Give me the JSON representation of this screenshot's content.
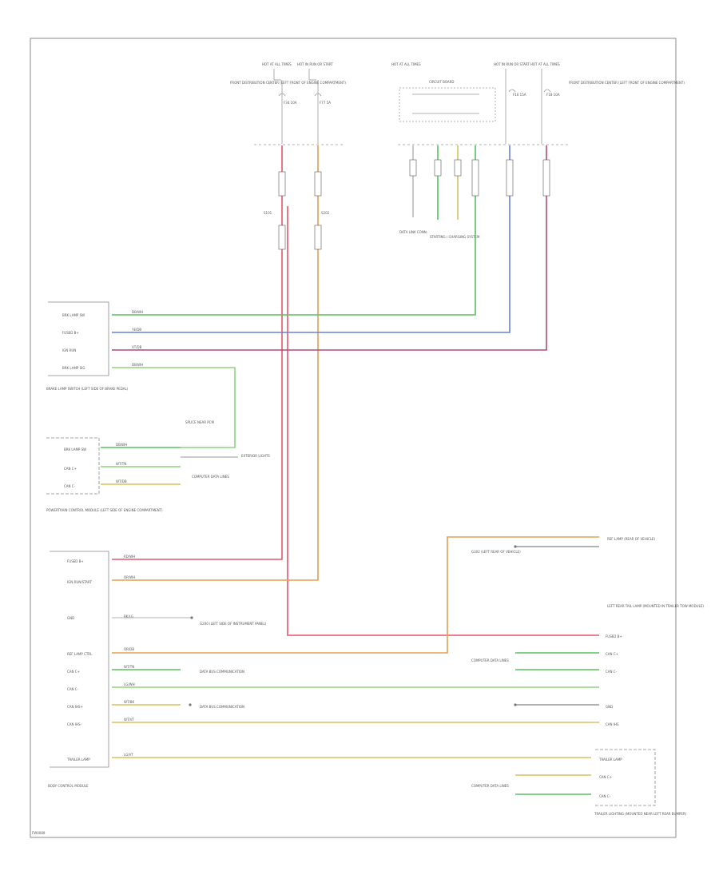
{
  "colors": {
    "red": "#e8556b",
    "orange": "#e0a050",
    "yellow": "#d8c060",
    "green": "#59c060",
    "lightgreen": "#8fd080",
    "blue": "#6c7fd8",
    "violet": "#b04a7a",
    "frame": "#888888",
    "text": "#555555"
  },
  "top": {
    "fuse_a": "HOT AT ALL TIMES",
    "fuse_b": "HOT IN RUN OR START",
    "fuse_c": "HOT AT ALL TIMES",
    "fuse_d": "HOT IN RUN OR START",
    "fuse_e": "HOT AT ALL TIMES",
    "left_block_label": "FRONT DISTRIBUTION CENTER (LEFT FRONT OF ENGINE COMPARTMENT)",
    "right_block_label": "FRONT DISTRIBUTION CENTER (LEFT FRONT OF ENGINE COMPARTMENT)",
    "fuse_name_1": "F34 10A",
    "fuse_name_2": "F77 5A",
    "fuse_name_3": "F16 15A",
    "fuse_name_4": "F18 10A",
    "relay_label": "CIRCUIT BOARD",
    "splice_1": "S101",
    "splice_2": "S202",
    "dest_1": "DATA LINK CONN.",
    "dest_2": "STARTING / CHARGING SYSTEM"
  },
  "wcm": {
    "pins": [
      "BRK LAMP SW",
      "FUSED B+",
      "IGN RUN",
      "BRK LAMP SIG"
    ],
    "wires": [
      "DB/WH",
      "YE/DB",
      "VT/DB",
      "DB/WH"
    ],
    "label": "BRAKE LAMP SWITCH (LEFT SIDE OF BRAKE PEDAL)"
  },
  "pcm": {
    "pins": [
      "BRK LAMP SW",
      "CAN C+",
      "CAN C-"
    ],
    "wires": [
      "DB/WH",
      "WT/TN",
      "WT/DB"
    ],
    "splice_label": "SPLICE NEAR PCM",
    "sub_1": "EXTERIOR LIGHTS",
    "sub_2": "COMPUTER DATA LINES",
    "label": "POWERTRAIN CONTROL MODULE (LEFT SIDE OF ENGINE COMPARTMENT)"
  },
  "hub": {
    "pins": [
      "FUSED B+",
      "IGN RUN/START",
      "GND",
      "REF LAMP CTRL",
      "CAN C+",
      "CAN C-",
      "CAN IHS+",
      "CAN IHS-",
      "TRAILER LAMP"
    ],
    "wires": [
      "RD/WH",
      "OR/WH",
      "BK/LG",
      "OR/DB",
      "WT/TN",
      "LG/WH",
      "WT/BK",
      "WT/VT",
      "LG/VT"
    ],
    "ground_label": "G200 (LEFT SIDE OF INSTRUMENT PANEL)",
    "bus_1": "DATA BUS COMMUNICATION",
    "bus_2": "DATA BUS COMMUNICATION",
    "label": "BODY CONTROL MODULE"
  },
  "right": {
    "lamp_label": "REF LAMP (REAR OF VEHICLE)",
    "ground_label": "G302 (LEFT REAR OF VEHICLE)",
    "module_label": "LEFT REAR TAIL LAMP (MOUNTED IN TRAILER TOW MODULE)",
    "pins": [
      "FUSED B+",
      "CAN C+",
      "CAN C-",
      "GND",
      "CAN IHS"
    ],
    "sub_1": "COMPUTER DATA LINES",
    "trailer_pins": [
      "TRAILER LAMP",
      "CAN C+",
      "CAN C-"
    ],
    "trailer_label": "TRAILER LIGHTING (MOUNTED NEAR LEFT REAR BUMPER)",
    "sub_2": "COMPUTER DATA LINES"
  },
  "footer": {
    "code": "FW0089"
  }
}
